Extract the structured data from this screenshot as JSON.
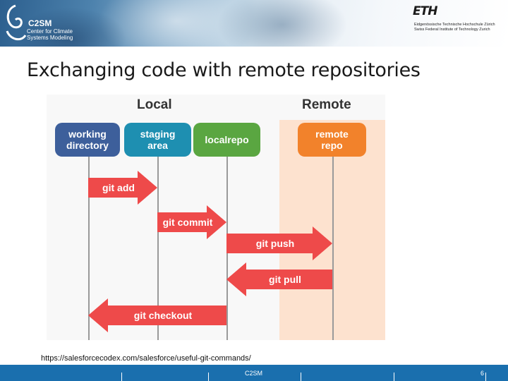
{
  "header": {
    "logo_name": "C2SM",
    "logo_sub": [
      "Center for Climate",
      "Systems Modeling"
    ],
    "eth_logo": "ETH",
    "eth_line1": "Eidgenössische Technische Hochschule Zürich",
    "eth_line2": "Swiss Federal Institute of Technology Zurich"
  },
  "title": "Exchanging code with remote repositories",
  "diagram": {
    "local_label": "Local",
    "remote_label": "Remote",
    "boxes": [
      {
        "line1": "working",
        "line2": "directory",
        "color": "#3d5f9b"
      },
      {
        "line1": "staging",
        "line2": "area",
        "color": "#1e8fb1"
      },
      {
        "line1": "localrepo",
        "line2": "",
        "color": "#5aa641"
      },
      {
        "line1": "remote",
        "line2": "repo",
        "color": "#f2822b"
      }
    ],
    "arrows": [
      {
        "label": "git add",
        "direction": "right"
      },
      {
        "label": "git commit",
        "direction": "right"
      },
      {
        "label": "git push",
        "direction": "right"
      },
      {
        "label": "git pull",
        "direction": "left"
      },
      {
        "label": "git checkout",
        "direction": "left"
      }
    ],
    "arrow_color": "#ee4a4a"
  },
  "footnote": "https://salesforcecodex.com/salesforce/useful-git-commands/",
  "footer": {
    "center": "C2SM",
    "page": "6"
  }
}
